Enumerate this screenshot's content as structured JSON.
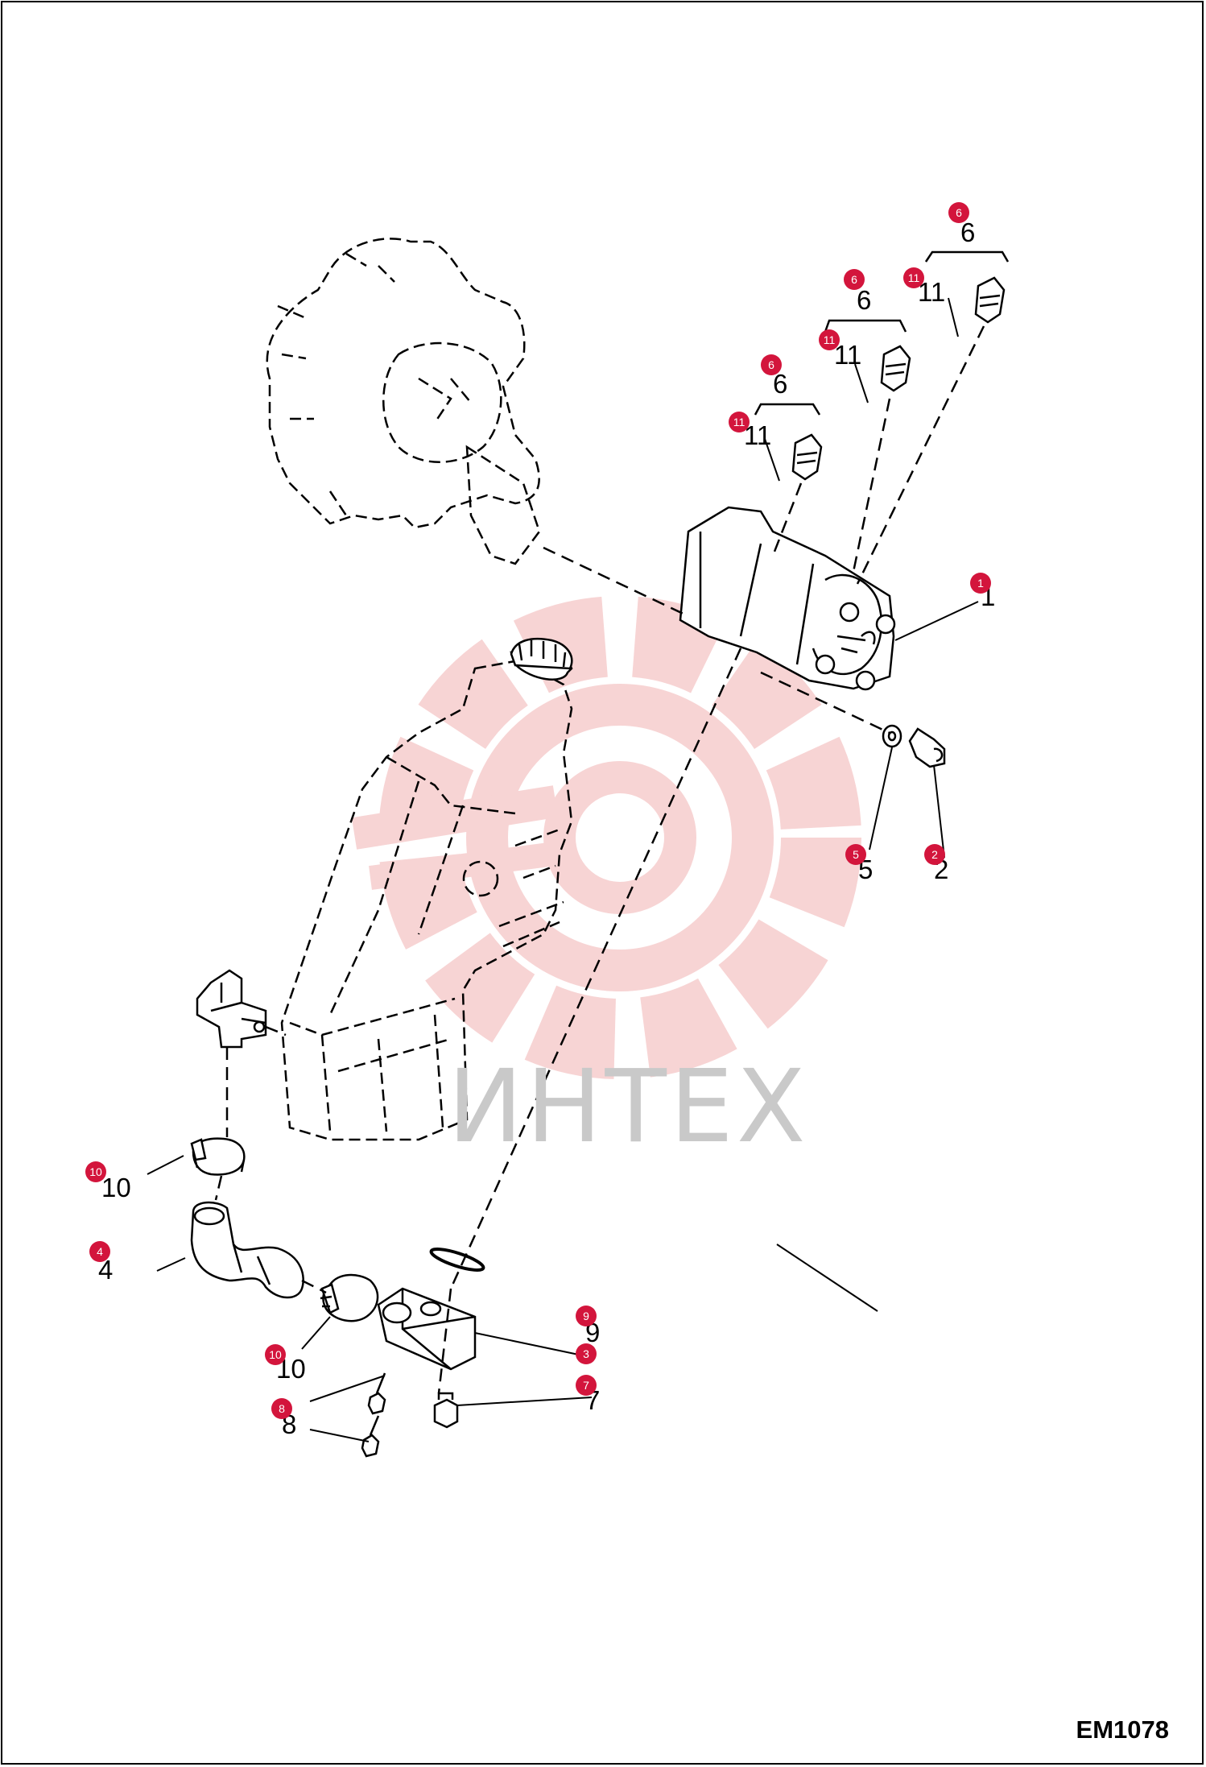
{
  "drawing_id": "EM1078",
  "watermark_text": "ИНТЕХ",
  "colors": {
    "callout_fill": "#d3153c",
    "callout_text": "#ffffff",
    "linework": "#000000",
    "watermark": "#f7d4d4",
    "watermark_text": "#c9c9c9"
  },
  "callouts": {
    "c1": "1",
    "c2": "2",
    "c3": "3",
    "c4": "4",
    "c5": "5",
    "c6a": "6",
    "c6b": "6",
    "c6c": "6",
    "c7": "7",
    "c8": "8",
    "c9": "9",
    "c10a": "10",
    "c10b": "10",
    "c11a": "11",
    "c11b": "11",
    "c11c": "11"
  },
  "parts": [
    "engine-housing",
    "hydraulic-pump",
    "fluid-reservoir",
    "filler-cap",
    "tee-fitting",
    "hose",
    "hose-clamp",
    "filter-adapter",
    "o-ring",
    "plug",
    "bolt",
    "washer",
    "adapter-fitting"
  ]
}
